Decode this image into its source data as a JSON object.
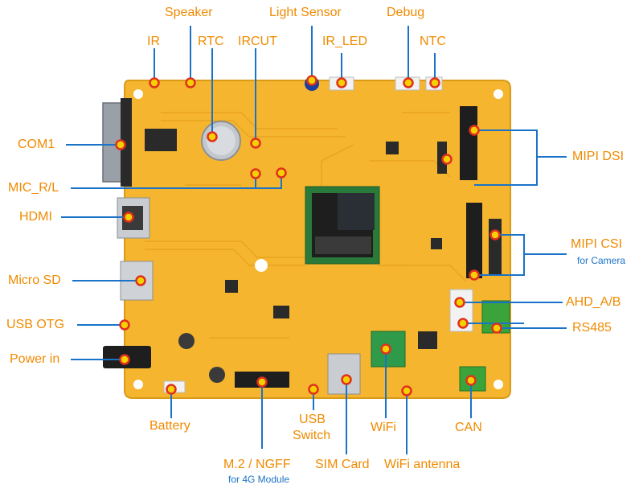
{
  "labels": {
    "ir": "IR",
    "speaker": "Speaker",
    "rtc": "RTC",
    "ircut": "IRCUT",
    "light_sensor": "Light Sensor",
    "ir_led": "IR_LED",
    "debug": "Debug",
    "ntc": "NTC",
    "com1": "COM1",
    "mic": "MIC_R/L",
    "hdmi": "HDMI",
    "micro_sd": "Micro SD",
    "usb_otg": "USB OTG",
    "power_in": "Power in",
    "battery": "Battery",
    "m2": "M.2 / NGFF",
    "m2_sub": "for 4G Module",
    "usb_switch_1": "USB",
    "usb_switch_2": "Switch",
    "sim_card": "SIM Card",
    "wifi": "WiFi",
    "wifi_antenna": "WiFi antenna",
    "can": "CAN",
    "mipi_dsi": "MIPI DSI",
    "mipi_csi": "MIPI CSI",
    "mipi_csi_sub": "for Camera",
    "ahd": "AHD_A/B",
    "rs485": "RS485"
  },
  "colors": {
    "board": "#f5b52e",
    "label": "#f08a00",
    "leader": "#1a73c9",
    "marker_fill": "#f5d000",
    "marker_ring": "#e0301e"
  }
}
